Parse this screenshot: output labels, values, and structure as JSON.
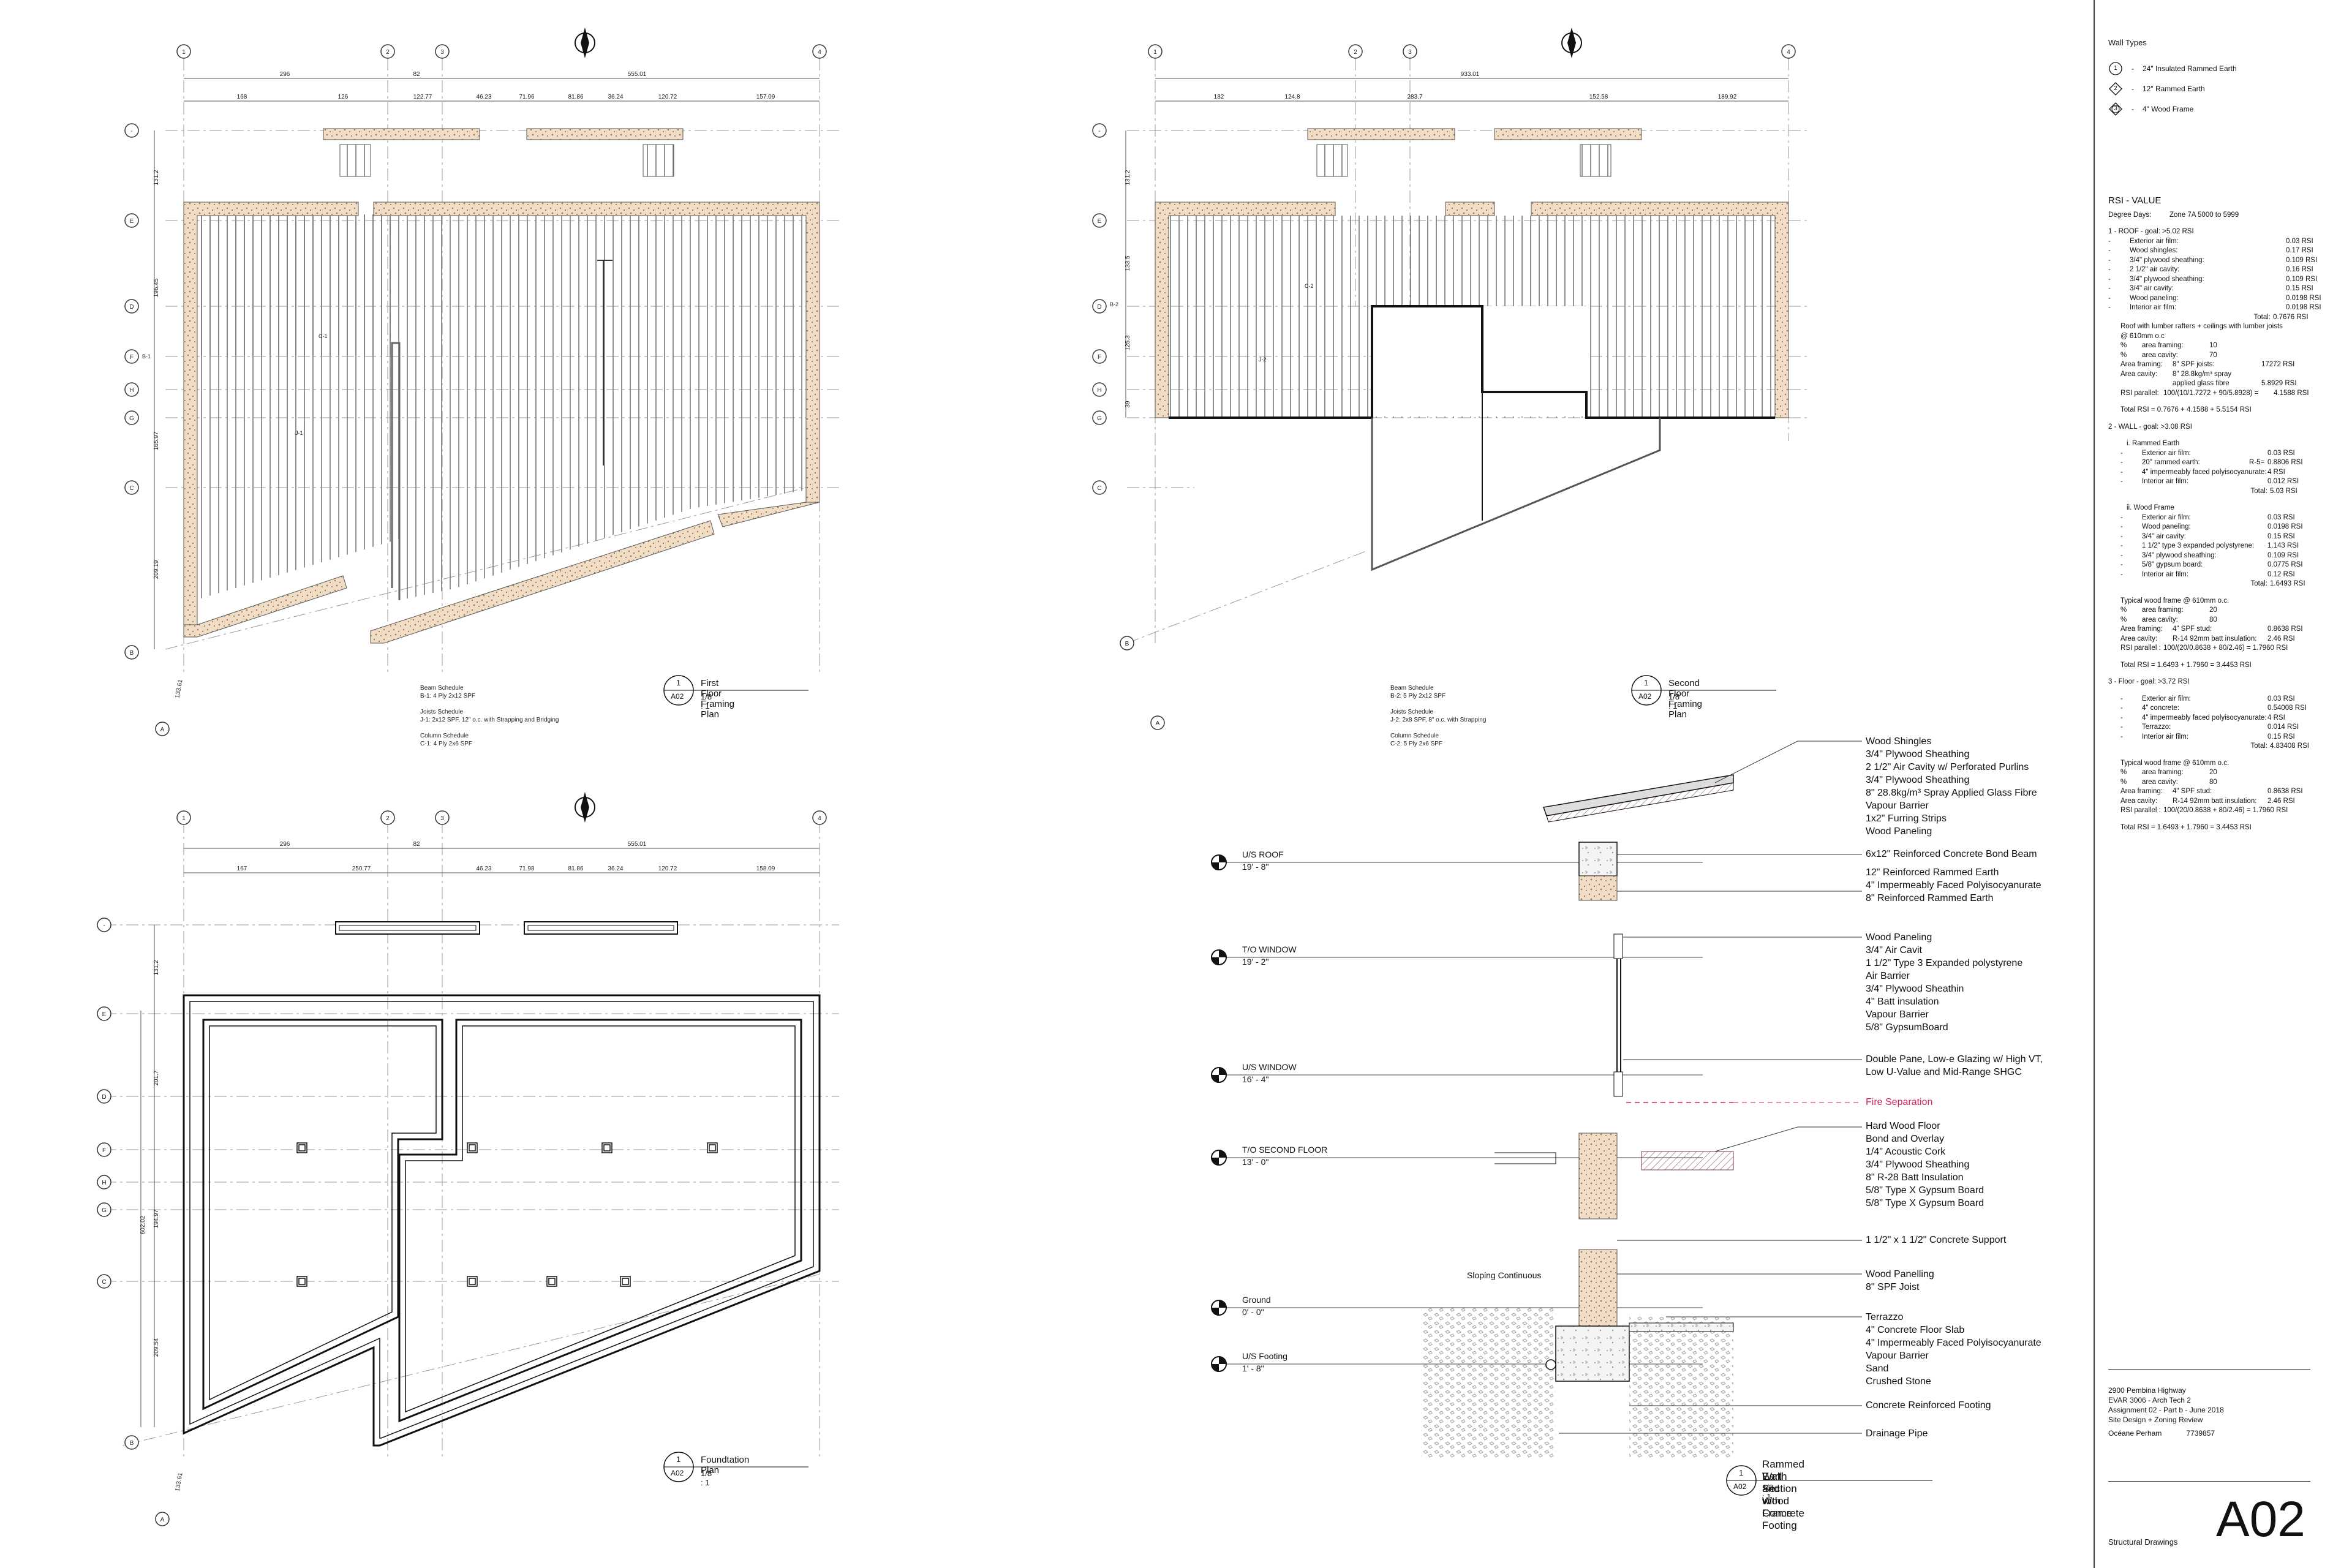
{
  "sidebar": {
    "wall_types_title": "Wall Types",
    "wall_types": [
      {
        "key": "1",
        "dash": "-",
        "label": "24\" Insulated Rammed Earth"
      },
      {
        "key": "2",
        "dash": "-",
        "label": "12\" Rammed Earth"
      },
      {
        "key": "3",
        "dash": "-",
        "label": "4\" Wood Frame"
      }
    ],
    "rsi_title": "RSI - VALUE",
    "degree_days_label": "Degree Days:",
    "degree_days_value": "Zone 7A 5000 to 5999",
    "roof_heading": "1 - ROOF - goal: >5.02 RSI",
    "roof_rows": [
      {
        "a": "-",
        "b": "Exterior air film:",
        "c": "",
        "d": "0.03 RSI"
      },
      {
        "a": "-",
        "b": "Wood shingles:",
        "c": "",
        "d": "0.17 RSI"
      },
      {
        "a": "-",
        "b": "3/4\" plywood sheathing:",
        "c": "",
        "d": "0.109 RSI"
      },
      {
        "a": "-",
        "b": "2 1/2\" air cavity:",
        "c": "",
        "d": "0.16 RSI"
      },
      {
        "a": "-",
        "b": "3/4\" plywood sheathing:",
        "c": "",
        "d": "0.109 RSI"
      },
      {
        "a": "-",
        "b": "3/4\" air cavity:",
        "c": "",
        "d": "0.15 RSI"
      },
      {
        "a": "-",
        "b": "Wood paneling:",
        "c": "",
        "d": "0.0198 RSI"
      },
      {
        "a": "-",
        "b": "Interior air film:",
        "c": "",
        "d": "0.0198 RSI"
      },
      {
        "a": "",
        "b": "",
        "c": "Total:",
        "d": "0.7676 RSI"
      }
    ],
    "roof_note": "Roof with lumber rafters + ceilings with lumber joists",
    "roof_note2": "@     610mm o.c",
    "roof_frame_rows": [
      {
        "a": "%",
        "b": "area framing:",
        "c": "10",
        "d": ""
      },
      {
        "a": "%",
        "b": "area cavity:",
        "c": "70",
        "d": ""
      },
      {
        "a": "Area framing:",
        "b": "8\" SPF joists:",
        "c": "",
        "d": "17272 RSI"
      },
      {
        "a": "Area cavity:",
        "b": "8\" 28.8kg/m³ spray",
        "c": "",
        "d": ""
      },
      {
        "a": "",
        "b": "applied glass fibre",
        "c": "",
        "d": "5.8929 RSI"
      },
      {
        "a": "RSI parallel:",
        "b": "100/(10/1.7272 + 90/5.8928) =",
        "c": "",
        "d": "4.1588 RSI"
      }
    ],
    "roof_total": "Total RSI = 0.7676 + 4.1588 + 5.5154 RSI",
    "wall_heading": "2 - WALL - goal: >3.08 RSI",
    "wall_i_title": "i. Rammed Earth",
    "wall_i_rows": [
      {
        "a": "-",
        "b": "Exterior air film:",
        "c": "",
        "d": "0.03 RSI"
      },
      {
        "a": "-",
        "b": "20\" rammed earth:",
        "c": "R-5=",
        "d": "0.8806 RSI"
      },
      {
        "a": "-",
        "b": "4\" impermeably faced polyisocyanurate:",
        "c": "",
        "d": "4 RSI"
      },
      {
        "a": "-",
        "b": "Interior air film:",
        "c": "",
        "d": "0.012 RSI"
      },
      {
        "a": "",
        "b": "",
        "c": "Total:",
        "d": "5.03 RSI"
      }
    ],
    "wall_ii_title": "ii. Wood Frame",
    "wall_ii_rows": [
      {
        "a": "-",
        "b": "Exterior air film:",
        "c": "",
        "d": "0.03 RSI"
      },
      {
        "a": "-",
        "b": "Wood paneling:",
        "c": "",
        "d": "0.0198 RSI"
      },
      {
        "a": "-",
        "b": "3/4\" air cavity:",
        "c": "",
        "d": "0.15 RSI"
      },
      {
        "a": "-",
        "b": "1 1/2\" type 3 expanded polystyrene:",
        "c": "",
        "d": "1.143 RSI"
      },
      {
        "a": "-",
        "b": "3/4\" plywood sheathing:",
        "c": "",
        "d": "0.109 RSI"
      },
      {
        "a": "-",
        "b": "5/8\" gypsum board:",
        "c": "",
        "d": "0.0775 RSI"
      },
      {
        "a": "-",
        "b": "Interior air film:",
        "c": "",
        "d": "0.12 RSI"
      },
      {
        "a": "",
        "b": "",
        "c": "Total:",
        "d": "1.6493 RSI"
      }
    ],
    "wall_frame_title": "Typical wood frame @ 610mm o.c.",
    "wall_frame_rows": [
      {
        "a": "%",
        "b": "area framing:",
        "c": "20",
        "d": ""
      },
      {
        "a": "%",
        "b": "area cavity:",
        "c": "80",
        "d": ""
      },
      {
        "a": "Area framing:",
        "b": "4\" SPF stud:",
        "c": "",
        "d": "0.8638 RSI"
      },
      {
        "a": "Area cavity:",
        "b": "R-14 92mm batt insulation:",
        "c": "",
        "d": "2.46 RSI"
      },
      {
        "a": "RSI parallel :",
        "b": "100/(20/0.8638 + 80/2.46) = 1.7960 RSI",
        "c": "",
        "d": ""
      }
    ],
    "wall_total": "Total RSI = 1.6493 + 1.7960 = 3.4453 RSI",
    "floor_heading": "3 - Floor - goal: >3.72 RSI",
    "floor_rows": [
      {
        "a": "-",
        "b": "Exterior air film:",
        "c": "",
        "d": "0.03 RSI"
      },
      {
        "a": "-",
        "b": "4\" concrete:",
        "c": "",
        "d": "0.54008 RSI"
      },
      {
        "a": "-",
        "b": "4\" impermeably faced polyisocyanurate:",
        "c": "",
        "d": "4 RSI"
      },
      {
        "a": "-",
        "b": "Terrazzo:",
        "c": "",
        "d": "0.014 RSI"
      },
      {
        "a": "-",
        "b": "Interior air film:",
        "c": "",
        "d": "0.15 RSI"
      },
      {
        "a": "",
        "b": "",
        "c": "Total:",
        "d": "4.83408 RSI"
      }
    ],
    "floor_frame_title": "Typical wood frame @ 610mm o.c.",
    "floor_frame_rows": [
      {
        "a": "%",
        "b": "area framing:",
        "c": "20",
        "d": ""
      },
      {
        "a": "%",
        "b": "area cavity:",
        "c": "80",
        "d": ""
      },
      {
        "a": "Area framing:",
        "b": "4\" SPF stud:",
        "c": "",
        "d": "0.8638 RSI"
      },
      {
        "a": "Area cavity:",
        "b": "R-14 92mm batt insulation:",
        "c": "",
        "d": "2.46 RSI"
      },
      {
        "a": "RSI parallel :",
        "b": "100/(20/0.8638 + 80/2.46) = 1.7960 RSI",
        "c": "",
        "d": ""
      }
    ],
    "floor_total": "Total RSI = 1.6493 + 1.7960 = 3.4453 RSI",
    "titleblock": {
      "address": "2900 Pembina Highway",
      "course": "EVAR 3006 - Arch Tech 2",
      "assignment": "Assignment 02 - Part b - June 2018",
      "subject": "Site Design + Zoning Review",
      "student": "Océane Perham",
      "student_no": "7739857",
      "sheet_name": "Structural Drawings",
      "sheet_number": "A02"
    }
  },
  "grid_labels": {
    "columns": [
      "1",
      "2",
      "3",
      "4"
    ],
    "rows": [
      "-",
      "E",
      "D",
      "F",
      "H",
      "G",
      "C",
      "B",
      "A"
    ]
  },
  "plan1": {
    "title": "First Floor Framing Plan",
    "num": "1",
    "sheet": "A02",
    "scale": "1/8 : 1",
    "dims_top": [
      "296",
      "82",
      "555.01"
    ],
    "dims_mid": [
      "168",
      "126",
      "122.77",
      "46.23",
      "71.96",
      "81.86",
      "36.24",
      "120.72",
      "157.09"
    ],
    "dims_left": [
      "131.2",
      "196.45",
      "165.97",
      "209.19"
    ],
    "diag_dim": "133.61",
    "tags": [
      "B-1",
      "C-1",
      "J-1"
    ],
    "schedule": [
      "Beam Schedule",
      "B-1:  4 Ply 2x12 SPF",
      "",
      "Joists Schedule",
      "J-1:    2x12 SPF, 12\" o.c. with Strapping and Bridging",
      "",
      "Column Schedule",
      "C-1: 4 Ply 2x6 SPF"
    ]
  },
  "plan2": {
    "title": "Second Floor Framing Plan",
    "num": "1",
    "sheet": "A02",
    "scale": "1/8 : 1",
    "dims_top": [
      "933.01"
    ],
    "dims_mid": [
      "182",
      "124.8",
      "283.7",
      "152.58",
      "189.92"
    ],
    "dims_left": [
      "131.2",
      "133.5",
      "125.3",
      "39"
    ],
    "tags": [
      "B-2",
      "C-2",
      "J-2"
    ],
    "schedule": [
      "Beam Schedule",
      "B-2:  5 Ply 2x12 SPF",
      "",
      "Joists Schedule",
      "J-2:     2x8 SPF, 8\" o.c. with Strapping",
      "",
      "Column Schedule",
      "C-2: 5 Ply 2x6 SPF"
    ]
  },
  "plan3": {
    "title": "Foundtation Plan",
    "num": "1",
    "sheet": "A02",
    "scale": "1/8 : 1",
    "dims_top": [
      "296",
      "82",
      "555.01"
    ],
    "dims_mid": [
      "167",
      "250.77",
      "46.23",
      "71.98",
      "81.86",
      "36.24",
      "120.72",
      "158.09"
    ],
    "dims_left": [
      "131.2",
      "201.7",
      "194.97",
      "209.54",
      "602.02"
    ],
    "diag_dim": "133.61"
  },
  "section": {
    "title_line1": "Rammed Earth and Wood Frame",
    "title_line2": "Wall Section with Concrete Footing",
    "num": "1",
    "sheet": "A02",
    "scale": "1/2 : 1",
    "sloping": "Sloping Continuous",
    "levels": [
      {
        "name": "U/S ROOF",
        "elev": "19' - 8\""
      },
      {
        "name": "T/O WINDOW",
        "elev": "19' - 2\""
      },
      {
        "name": "U/S WINDOW",
        "elev": "16' - 4\""
      },
      {
        "name": "T/O SECOND FLOOR",
        "elev": "13' - 0\""
      },
      {
        "name": "Ground",
        "elev": "0' - 0\""
      },
      {
        "name": "U/S Footing",
        "elev": "1' - 8\""
      }
    ],
    "roof_layers": [
      "Wood Shingles",
      "3/4\" Plywood Sheathing",
      "2 1/2\" Air Cavity w/ Perforated Purlins",
      "3/4\" Plywood Sheathing",
      "8\" 28.8kg/m³ Spray Applied Glass Fibre",
      "Vapour Barrier",
      "1x2\" Furring Strips",
      "Wood Paneling"
    ],
    "bond_beam": "6x12\" Reinforced Concrete Bond Beam",
    "earth_layers": [
      "12\" Reinforced Rammed Earth",
      "4\" Impermeably Faced Polyisocyanurate",
      "8\" Reinforced Rammed Earth"
    ],
    "wall_layers": [
      "Wood Paneling",
      "3/4\" Air Cavit",
      "1 1/2\" Type 3 Expanded polystyrene",
      "Air Barrier",
      "3/4\" Plywood Sheathin",
      "4\" Batt insulation",
      "Vapour Barrier",
      "5/8\" GypsumBoard"
    ],
    "glazing": [
      "Double Pane, Low-e Glazing w/ High VT,",
      "Low U-Value and Mid-Range SHGC"
    ],
    "fire_separation": "Fire Separation",
    "floor_layers": [
      "Hard Wood Floor",
      "Bond and Overlay",
      "1/4\" Acoustic Cork",
      "3/4\" Plywood Sheathing",
      "8\" R-28 Batt Insulation",
      "5/8\" Type X Gypsum Board",
      "5/8\" Type X Gypsum Board"
    ],
    "concrete_support": "1 1/2\" x 1 1/2\" Concrete Support",
    "panelling": [
      "Wood Panelling",
      "8\" SPF Joist"
    ],
    "slab_layers": [
      "Terrazzo",
      "4\" Concrete Floor Slab",
      "4\" Impermeably Faced Polyisocyanurate",
      "Vapour Barrier",
      "Sand",
      "Crushed Stone"
    ],
    "footing": "Concrete Reinforced Footing",
    "drainage": "Drainage Pipe"
  },
  "colors": {
    "earth": "#f1dcc5",
    "fire": "#d0245a",
    "line": "#222222"
  }
}
